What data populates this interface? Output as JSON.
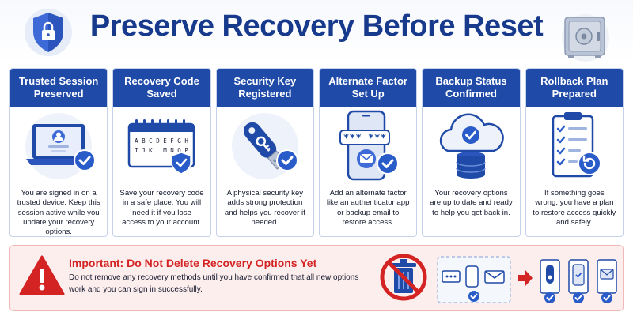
{
  "title": "Preserve Recovery Before Reset",
  "icons": {
    "header_left": "shield-lock-icon",
    "header_right": "safe-vault-icon"
  },
  "colors": {
    "primary": "#1f4aa8",
    "title": "#173a8c",
    "success": "#2a5cc9",
    "danger": "#d42323",
    "banner_bg": "#fdeeee"
  },
  "cards": [
    {
      "title": "Trusted Session\nPreserved",
      "icon": "laptop-user-check-icon",
      "text": "You are signed in on a trusted device. Keep this session active while you update your recovery options."
    },
    {
      "title": "Recovery Code\nSaved",
      "icon": "calendar-codes-shield-icon",
      "code_rows": [
        "A B C D E F G H",
        "I J K L M N O P"
      ],
      "text": "Save your recovery code in a safe place. You will need it if you lose access to your account."
    },
    {
      "title": "Security Key\nRegistered",
      "icon": "usb-security-key-icon",
      "text": "A physical security key adds strong protection and helps you recover if needed."
    },
    {
      "title": "Alternate Factor\nSet Up",
      "icon": "phone-authenticator-email-icon",
      "password_mask": "*** ***",
      "text": "Add an alternate factor like an authenticator app or backup email to restore access."
    },
    {
      "title": "Backup Status\nConfirmed",
      "icon": "cloud-database-check-icon",
      "text": "Your recovery options are up to date and ready to help you get back in."
    },
    {
      "title": "Rollback Plan\nPrepared",
      "icon": "clipboard-checklist-restore-icon",
      "text": "If something goes wrong, you have a plan to restore access quickly and safely."
    }
  ],
  "banner": {
    "title": "Important: Do Not Delete Recovery Options Yet",
    "body": "Do not remove any recovery methods until you have confirmed that all new options work and you can sign in successfully.",
    "icons": [
      "warning-triangle-icon",
      "no-delete-trash-icon",
      "old-recovery-options-icon",
      "arrow-right-icon",
      "new-recovery-options-icon"
    ]
  }
}
